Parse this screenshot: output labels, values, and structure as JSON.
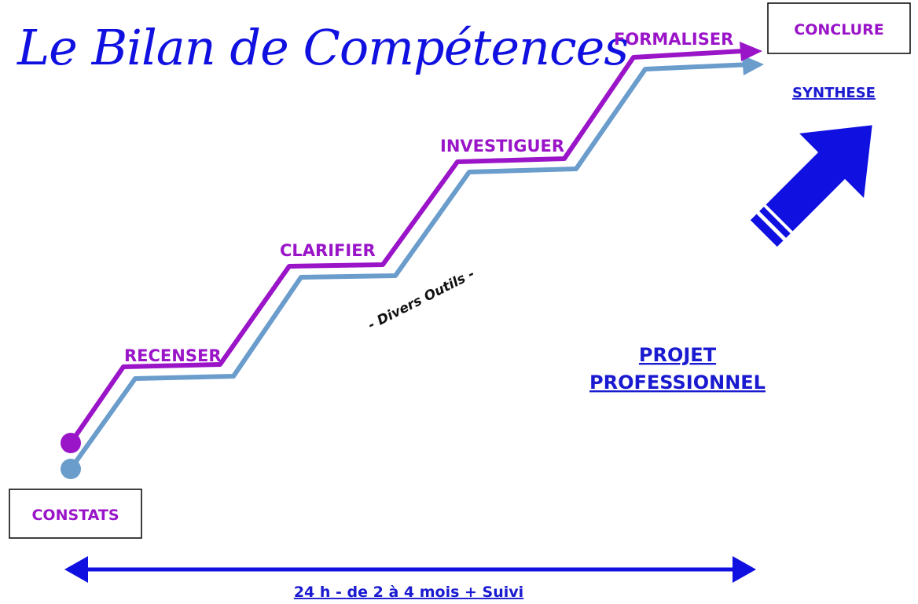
{
  "title": "Le Bilan de Compétences",
  "start_box": "CONSTATS",
  "end_box": "CONCLURE",
  "steps": [
    "RECENSER",
    "CLARIFIER",
    "INVESTIGUER",
    "FORMALISER"
  ],
  "tools": "- Divers Outils -",
  "synthese": "SYNTHESE",
  "projet_line1": "PROJET",
  "projet_line2": "PROFESSIONNEL",
  "duration": "24 h - de 2 à 4 mois + Suivi",
  "colors": {
    "purple": "#9a14c8",
    "steel_blue": "#6a9ccc",
    "royal_blue": "#1010e0",
    "link_blue": "#1a1ad0"
  }
}
